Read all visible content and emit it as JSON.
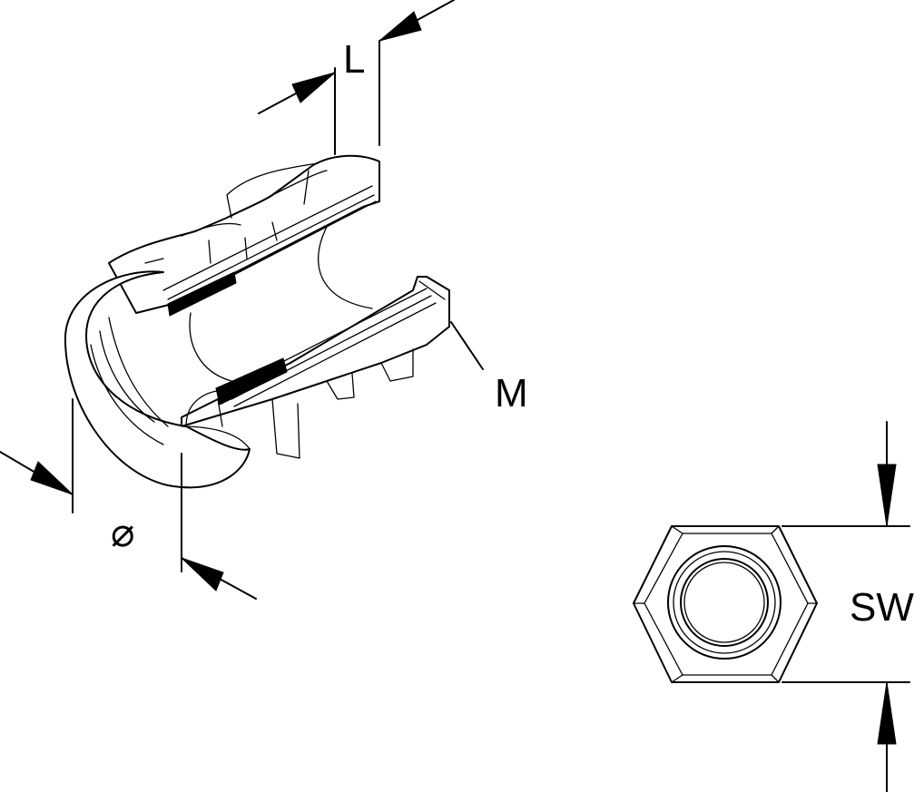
{
  "labels": {
    "length": "L",
    "diameter": "⌀",
    "part": "M",
    "wrench_size": "SW"
  }
}
